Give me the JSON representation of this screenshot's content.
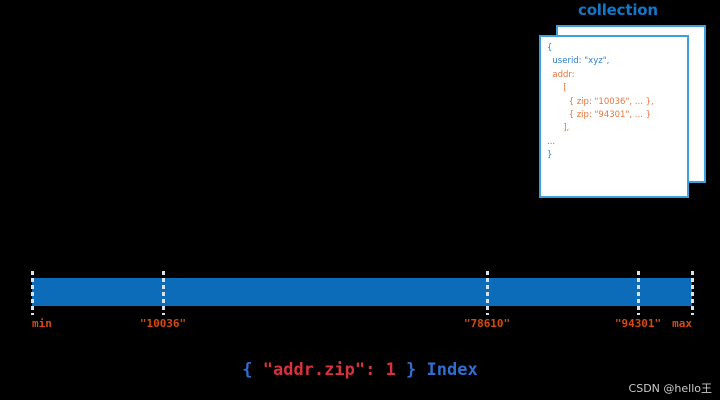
{
  "collection": {
    "title": "collection",
    "document_lines": [
      {
        "text": "{",
        "color": "blue",
        "indent": 0
      },
      {
        "text": "userid: \"xyz\",",
        "color": "blue",
        "indent": 1
      },
      {
        "text": "addr:",
        "color": "orange",
        "indent": 1
      },
      {
        "text": "[",
        "color": "orange",
        "indent": 3
      },
      {
        "text": "{ zip: \"10036\", ... },",
        "color": "orange",
        "indent": 4
      },
      {
        "text": "{ zip: \"94301\", ... }",
        "color": "orange",
        "indent": 4
      },
      {
        "text": "],",
        "color": "orange",
        "indent": 3
      },
      {
        "text": "...",
        "color": "blue",
        "indent": 0
      },
      {
        "text": "}",
        "color": "blue",
        "indent": 0
      }
    ]
  },
  "index_bar": {
    "bar_color": "#0d6cb9",
    "tick_color": "#d7e3ec",
    "label_color": "#d6490f",
    "ticks": [
      {
        "label": "min",
        "position_pct": 0,
        "align": "left"
      },
      {
        "label": "\"10036\"",
        "position_pct": 19.85,
        "align": "center"
      },
      {
        "label": "\"78610\"",
        "position_pct": 68.94,
        "align": "center"
      },
      {
        "label": "\"94301\"",
        "position_pct": 91.82,
        "align": "center"
      },
      {
        "label": "max",
        "position_pct": 100,
        "align": "right"
      }
    ]
  },
  "caption": {
    "open_brace": "{ ",
    "key_spec": "\"addr.zip\": 1",
    "close_brace": " } ",
    "suffix": "Index"
  },
  "watermark": {
    "text": "CSDN @hello王"
  }
}
